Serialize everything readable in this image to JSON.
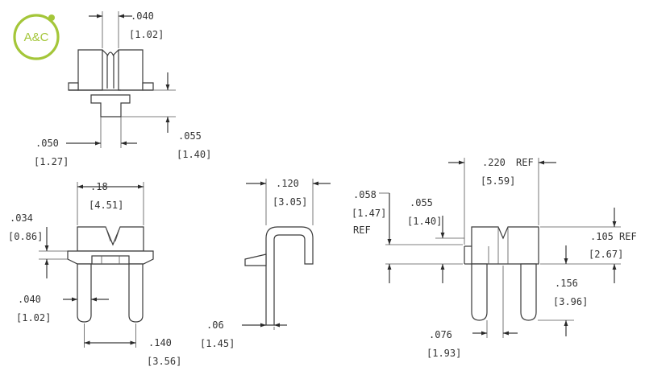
{
  "logo": {
    "text": "A&C",
    "color": "#a4c639"
  },
  "colors": {
    "line": "#3a3a3a",
    "text": "#333333"
  },
  "views": {
    "top": {
      "slot_width": {
        "inch": ".040",
        "mm": "[1.02]"
      },
      "pin_width": {
        "inch": ".050",
        "mm": "[1.27]"
      },
      "tail_length": {
        "inch": ".055",
        "mm": "[1.40]"
      }
    },
    "front": {
      "body_width": {
        "inch": ".18",
        "mm": "[4.51]"
      },
      "body_height": {
        "inch": ".034",
        "mm": "[0.86]"
      },
      "pin_diameter": {
        "inch": ".040",
        "mm": "[1.02]"
      },
      "pin_pitch": {
        "inch": ".140",
        "mm": "[3.56]"
      }
    },
    "side_contact": {
      "width": {
        "inch": ".120",
        "mm": "[3.05]"
      },
      "offset": {
        "inch": ".06",
        "mm": "[1.45]"
      }
    },
    "side": {
      "ref_length": {
        "inch": ".220",
        "mm": "[5.59]",
        "suffix": "REF"
      },
      "standoff_left": {
        "inch": ".058",
        "mm": "[1.47]",
        "suffix": "REF"
      },
      "standoff_right": {
        "inch": ".055",
        "mm": "[1.40]"
      },
      "body_height": {
        "inch": ".105",
        "mm": "[2.67]",
        "suffix": "REF"
      },
      "pin_length": {
        "inch": ".156",
        "mm": "[3.96]"
      },
      "pin_spacing": {
        "inch": ".076",
        "mm": "[1.93]"
      }
    }
  }
}
